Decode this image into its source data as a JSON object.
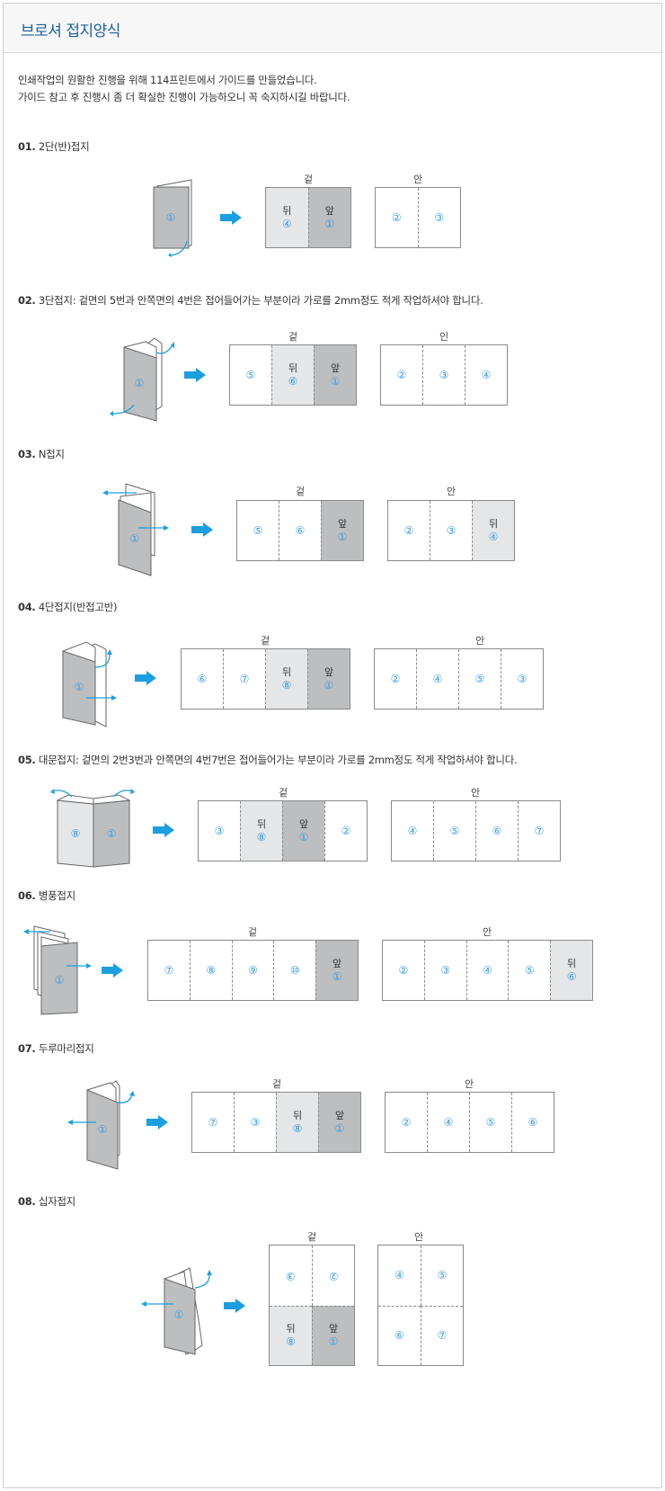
{
  "title": "브로셔 접지양식",
  "intro": [
    "인쇄작업의 원활한 진행을 위해 114프린트에서 가이드를 만들었습니다.",
    "가이드 참고 후 진행시 좀 더 확실한 진행이 가능하오니 꼭 숙지하시길 바랍니다."
  ],
  "sections": [
    {
      "no": "01.",
      "title": "2단(반)접지",
      "outer_title": "겉",
      "inner_title": "안",
      "illus_num": "①",
      "outer": [
        {
          "label": "뒤",
          "num": "④",
          "shade": "light"
        },
        {
          "label": "앞",
          "num": "①",
          "shade": "dark"
        }
      ],
      "inner": [
        {
          "label": "",
          "num": "②",
          "shade": ""
        },
        {
          "label": "",
          "num": "③",
          "shade": ""
        }
      ]
    },
    {
      "no": "02.",
      "title": "3단접지: 겉면의 5번과 안쪽면의 4번은 접어들어가는 부분이라 가로를 2mm정도 적게 작업하셔야 합니다.",
      "outer_title": "겉",
      "inner_title": "인",
      "illus_num": "①",
      "outer": [
        {
          "label": "",
          "num": "⑤",
          "shade": ""
        },
        {
          "label": "뒤",
          "num": "⑥",
          "shade": "light"
        },
        {
          "label": "앞",
          "num": "①",
          "shade": "dark"
        }
      ],
      "inner": [
        {
          "label": "",
          "num": "②",
          "shade": ""
        },
        {
          "label": "",
          "num": "③",
          "shade": ""
        },
        {
          "label": "",
          "num": "④",
          "shade": ""
        }
      ]
    },
    {
      "no": "03.",
      "title": "N접지",
      "outer_title": "겉",
      "inner_title": "안",
      "illus_num": "①",
      "outer": [
        {
          "label": "",
          "num": "⑤",
          "shade": ""
        },
        {
          "label": "",
          "num": "⑥",
          "shade": ""
        },
        {
          "label": "앞",
          "num": "①",
          "shade": "dark"
        }
      ],
      "inner": [
        {
          "label": "",
          "num": "②",
          "shade": ""
        },
        {
          "label": "",
          "num": "③",
          "shade": ""
        },
        {
          "label": "뒤",
          "num": "④",
          "shade": "light"
        }
      ]
    },
    {
      "no": "04.",
      "title": "4단접지(반접고반)",
      "outer_title": "겉",
      "inner_title": "안",
      "illus_num": "①",
      "outer": [
        {
          "label": "",
          "num": "⑥",
          "shade": ""
        },
        {
          "label": "",
          "num": "⑦",
          "shade": ""
        },
        {
          "label": "뒤",
          "num": "⑧",
          "shade": "light"
        },
        {
          "label": "앞",
          "num": "①",
          "shade": "dark"
        }
      ],
      "inner": [
        {
          "label": "",
          "num": "②",
          "shade": ""
        },
        {
          "label": "",
          "num": "④",
          "shade": ""
        },
        {
          "label": "",
          "num": "⑤",
          "shade": ""
        },
        {
          "label": "",
          "num": "③",
          "shade": ""
        }
      ]
    },
    {
      "no": "05.",
      "title": "대문접지: 겉면의 2번3번과 안쪽면의 4번7번은 접어들어가는 부분이라 가로를 2mm정도 적게 작업하셔야 합니다.",
      "outer_title": "겉",
      "inner_title": "안",
      "illus_nums": [
        "⑧",
        "①"
      ],
      "outer": [
        {
          "label": "",
          "num": "③",
          "shade": ""
        },
        {
          "label": "뒤",
          "num": "⑧",
          "shade": "light"
        },
        {
          "label": "앞",
          "num": "①",
          "shade": "dark"
        },
        {
          "label": "",
          "num": "②",
          "shade": ""
        }
      ],
      "inner": [
        {
          "label": "",
          "num": "④",
          "shade": ""
        },
        {
          "label": "",
          "num": "⑤",
          "shade": ""
        },
        {
          "label": "",
          "num": "⑥",
          "shade": ""
        },
        {
          "label": "",
          "num": "⑦",
          "shade": ""
        }
      ]
    },
    {
      "no": "06.",
      "title": "병풍접지",
      "outer_title": "겉",
      "inner_title": "안",
      "illus_num": "①",
      "outer": [
        {
          "label": "",
          "num": "⑦",
          "shade": ""
        },
        {
          "label": "",
          "num": "⑧",
          "shade": ""
        },
        {
          "label": "",
          "num": "⑨",
          "shade": ""
        },
        {
          "label": "",
          "num": "⑩",
          "shade": ""
        },
        {
          "label": "앞",
          "num": "①",
          "shade": "dark"
        }
      ],
      "inner": [
        {
          "label": "",
          "num": "②",
          "shade": ""
        },
        {
          "label": "",
          "num": "③",
          "shade": ""
        },
        {
          "label": "",
          "num": "④",
          "shade": ""
        },
        {
          "label": "",
          "num": "⑤",
          "shade": ""
        },
        {
          "label": "뒤",
          "num": "⑥",
          "shade": "light"
        }
      ]
    },
    {
      "no": "07.",
      "title": "두루마리접지",
      "outer_title": "겉",
      "inner_title": "안",
      "illus_num": "①",
      "outer": [
        {
          "label": "",
          "num": "⑦",
          "shade": ""
        },
        {
          "label": "",
          "num": "③",
          "shade": ""
        },
        {
          "label": "뒤",
          "num": "⑧",
          "shade": "light"
        },
        {
          "label": "앞",
          "num": "①",
          "shade": "dark"
        }
      ],
      "inner": [
        {
          "label": "",
          "num": "②",
          "shade": ""
        },
        {
          "label": "",
          "num": "④",
          "shade": ""
        },
        {
          "label": "",
          "num": "⑤",
          "shade": ""
        },
        {
          "label": "",
          "num": "⑥",
          "shade": ""
        }
      ]
    },
    {
      "no": "08.",
      "title": "십자접지",
      "outer_title": "겉",
      "inner_title": "안",
      "illus_num": "①",
      "outer": [
        {
          "label": "",
          "num": "③",
          "shade": "",
          "rot": true
        },
        {
          "label": "",
          "num": "②",
          "shade": "",
          "rot": true
        },
        {
          "label": "뒤",
          "num": "⑧",
          "shade": "light"
        },
        {
          "label": "앞",
          "num": "①",
          "shade": "dark"
        }
      ],
      "inner": [
        {
          "label": "",
          "num": "④",
          "shade": ""
        },
        {
          "label": "",
          "num": "⑤",
          "shade": ""
        },
        {
          "label": "",
          "num": "⑥",
          "shade": ""
        },
        {
          "label": "",
          "num": "⑦",
          "shade": ""
        }
      ]
    }
  ],
  "colors": {
    "accent": "#1d5f9c",
    "arrow": "#1b9fe0",
    "dark_panel": "#bdbebf",
    "light_panel": "#e5e6e8",
    "number": "#3a9be0"
  }
}
